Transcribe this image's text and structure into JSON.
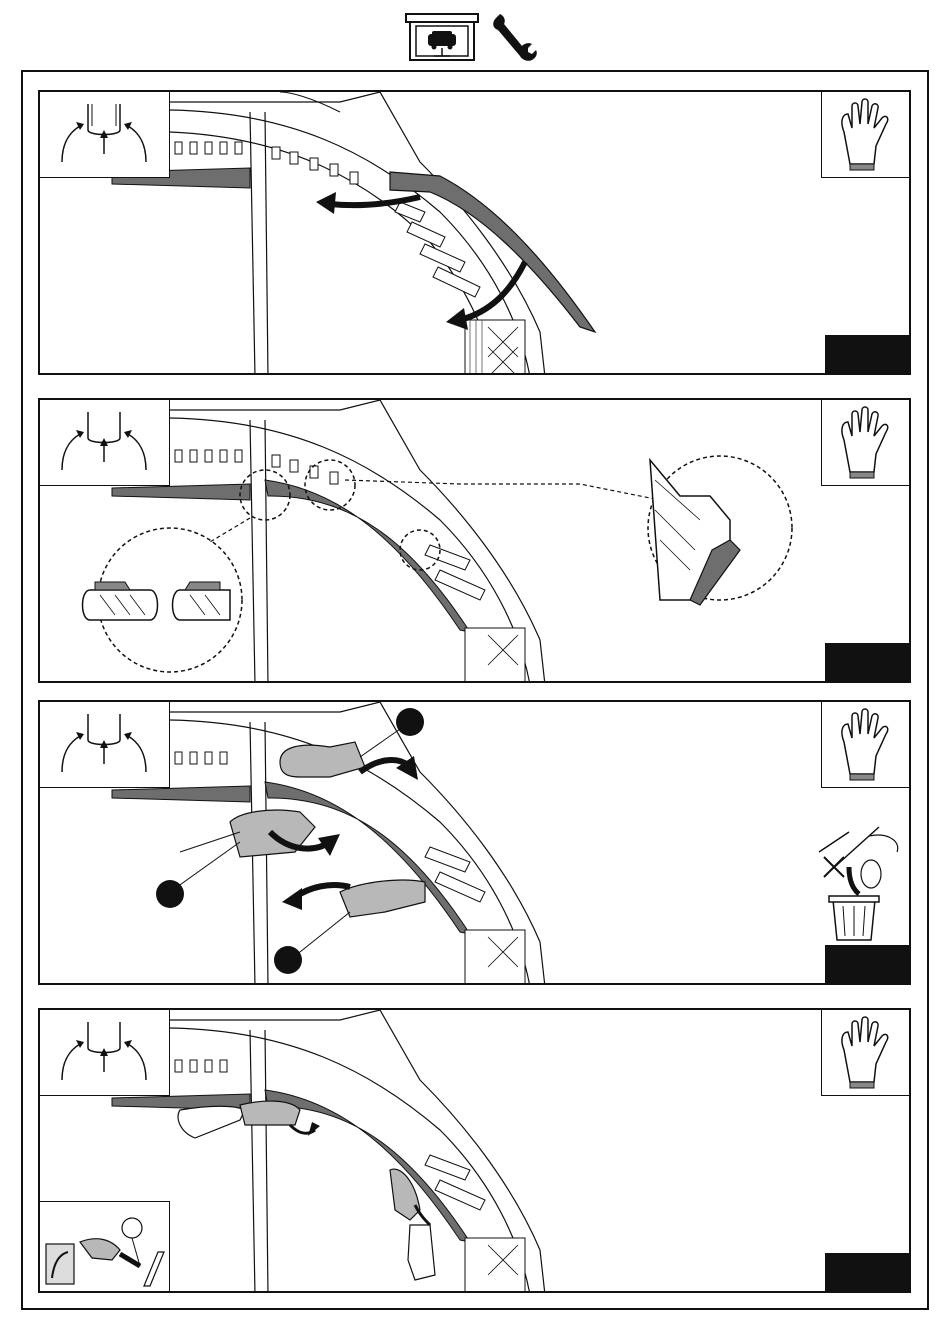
{
  "header": {
    "icons": [
      "garage-lift-icon",
      "wrench-icon"
    ]
  },
  "panels": [
    {
      "step_number": "",
      "left_icon": "open-door-icon",
      "right_icon": "glove-icon",
      "illustration": "remove-protective-film-from-trim"
    },
    {
      "step_number": "",
      "left_icon": "open-door-icon",
      "right_icon": "glove-icon",
      "illustration": "position-trim-on-arch-detail"
    },
    {
      "step_number": "",
      "left_icon": "open-door-icon",
      "right_icon": "glove-icon",
      "extra_icon": "dispose-in-bin-icon",
      "illustration": "press-trim-clips-three-hands"
    },
    {
      "step_number": "",
      "left_icon": "open-door-icon",
      "right_icon": "glove-icon",
      "extra_icon": "apply-pressure-tool-icon",
      "illustration": "press-trim-with-roller"
    }
  ],
  "colors": {
    "line": "#111111",
    "trim_fill": "#6e6e6e",
    "glove_fill": "#b8b8b8",
    "tab_fill": "#111111"
  }
}
